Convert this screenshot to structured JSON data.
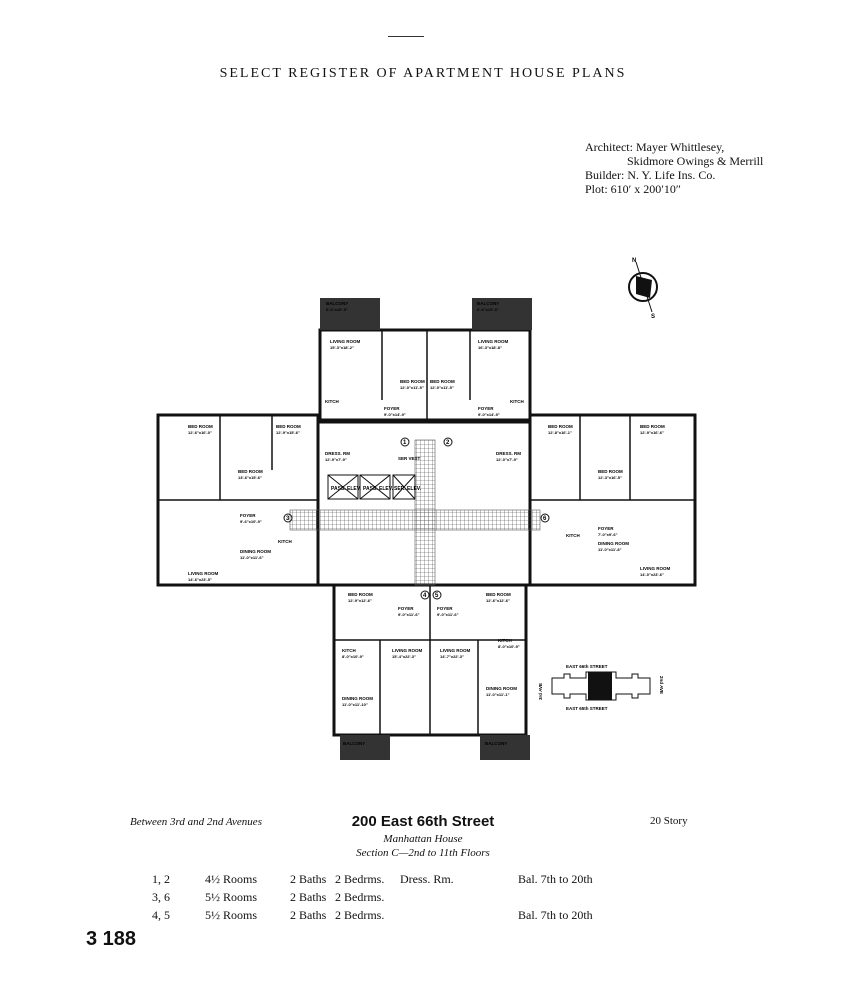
{
  "header": {
    "title": "SELECT REGISTER OF APARTMENT HOUSE PLANS"
  },
  "credits": {
    "architect_label": "Architect:",
    "architect_line1": "Mayer Whittlesey,",
    "architect_line2": "Skidmore Owings & Merrill",
    "builder": "Builder: N. Y. Life Ins. Co.",
    "plot": "Plot: 610′ x 200′10″"
  },
  "plan": {
    "rooms": [
      {
        "label": "BALCONY",
        "dim": "6'-6\"x10'-9\""
      },
      {
        "label": "BALCONY",
        "dim": "6'-6\"x10'-9\""
      },
      {
        "label": "LIVING ROOM",
        "dim": "15'-3\"x18'-2\""
      },
      {
        "label": "LIVING ROOM",
        "dim": "16'-3\"x18'-8\""
      },
      {
        "label": "BED ROOM",
        "dim": "12'-0\"x11'-5\""
      },
      {
        "label": "BED ROOM",
        "dim": "12'-0\"x11'-5\""
      },
      {
        "label": "KITCH",
        "dim": ""
      },
      {
        "label": "KITCH",
        "dim": ""
      },
      {
        "label": "FOYER",
        "dim": "9'-0\"x14'-9\""
      },
      {
        "label": "FOYER",
        "dim": "9'-0\"x14'-9\""
      },
      {
        "label": "DRESS. RM",
        "dim": "12'-9\"x7'-9\""
      },
      {
        "label": "DRESS. RM",
        "dim": "12'-0\"x7'-9\""
      },
      {
        "label": "SER VEST",
        "dim": ""
      },
      {
        "label": "BED ROOM",
        "dim": "12'-6\"x16'-0\""
      },
      {
        "label": "BED ROOM",
        "dim": "13'-6\"x15'-6\""
      },
      {
        "label": "BED ROOM",
        "dim": "12'-9\"x15'-6\""
      },
      {
        "label": "BED ROOM",
        "dim": "12'-8\"x16'-1\""
      },
      {
        "label": "BED ROOM",
        "dim": "12'-3\"x16'-5\""
      },
      {
        "label": "BED ROOM",
        "dim": "12'-9\"x16'-6\""
      },
      {
        "label": "FOYER",
        "dim": "9'-6\"x10'-9\""
      },
      {
        "label": "FOYER",
        "dim": "7'-0\"x9'-6\""
      },
      {
        "label": "LIVING ROOM",
        "dim": "14'-6\"x23'-5\""
      },
      {
        "label": "LIVING ROOM",
        "dim": "14'-0\"x23'-6\""
      },
      {
        "label": "DINING ROOM",
        "dim": "11'-0\"x11'-6\""
      },
      {
        "label": "DINING ROOM",
        "dim": "11'-0\"x11'-8\""
      },
      {
        "label": "KITCH",
        "dim": ""
      },
      {
        "label": "KITCH",
        "dim": ""
      },
      {
        "label": "BED ROOM",
        "dim": "12'-9\"x12'-6\""
      },
      {
        "label": "BED ROOM",
        "dim": "12'-6\"x12'-6\""
      },
      {
        "label": "FOYER",
        "dim": "9'-0\"x11'-6\""
      },
      {
        "label": "FOYER",
        "dim": "9'-0\"x11'-6\""
      },
      {
        "label": "KITCH",
        "dim": "8'-0\"x10'-9\""
      },
      {
        "label": "KITCH",
        "dim": "8'-0\"x10'-9\""
      },
      {
        "label": "LIVING ROOM",
        "dim": "15'-4\"x22'-3\""
      },
      {
        "label": "LIVING ROOM",
        "dim": "14'-7\"x22'-3\""
      },
      {
        "label": "DINING ROOM",
        "dim": "11'-0\"x11'-10\""
      },
      {
        "label": "DINING ROOM",
        "dim": "11'-0\"x11'-1\""
      },
      {
        "label": "BALCONY",
        "dim": ""
      },
      {
        "label": "BALCONY",
        "dim": ""
      }
    ],
    "elevators": [
      "PASS. ELEV.",
      "PASS. ELEV.",
      "SER. ELEV."
    ],
    "apartment_numbers": [
      "1",
      "2",
      "3",
      "4",
      "5",
      "6"
    ],
    "compass": {
      "north": "N",
      "south": "S"
    }
  },
  "key_map": {
    "top_street": "EAST 66th STREET",
    "bottom_street": "EAST 65th STREET",
    "left_ave": "3rd AVE",
    "right_ave": "2nd AVE"
  },
  "footer": {
    "between": "Between 3rd and 2nd Avenues",
    "address": "200 East 66th Street",
    "stories": "20 Story",
    "building": "Manhattan House",
    "section": "Section C—2nd to 11th Floors",
    "rows": [
      {
        "apts": "1, 2",
        "rooms": "4½ Rooms",
        "baths": "2 Baths",
        "bedrms": "2 Bedrms.",
        "extra": "Dress. Rm.",
        "balcony": "Bal.  7th to 20th"
      },
      {
        "apts": "3, 6",
        "rooms": "5½ Rooms",
        "baths": "2 Baths",
        "bedrms": "2 Bedrms.",
        "extra": "",
        "balcony": ""
      },
      {
        "apts": "4, 5",
        "rooms": "5½ Rooms",
        "baths": "2 Baths",
        "bedrms": "2 Bedrms.",
        "extra": "",
        "balcony": "Bal.  7th to 20th"
      }
    ],
    "page_number": "3 188"
  }
}
